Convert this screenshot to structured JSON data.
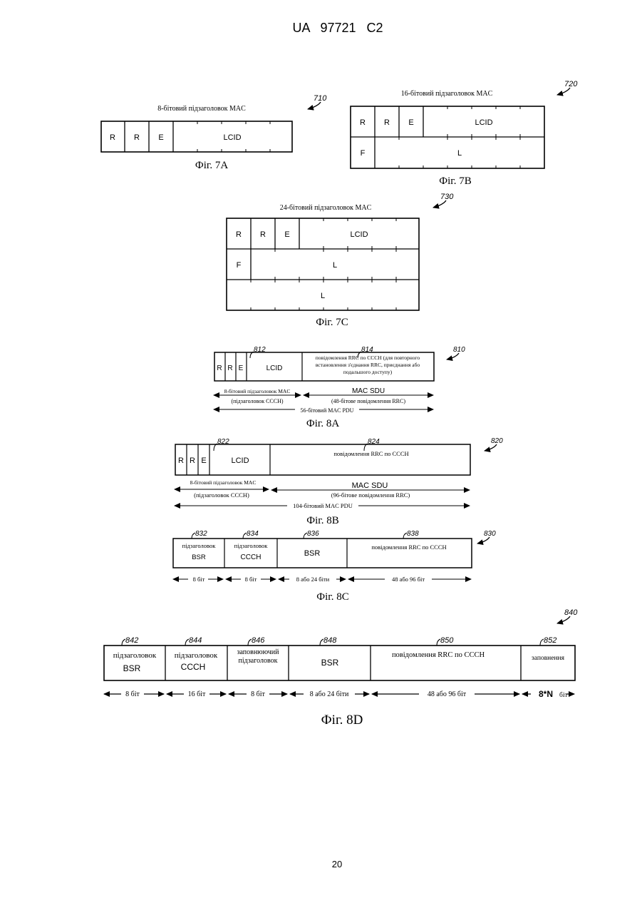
{
  "header": {
    "doc_id": "UA   97721   C2"
  },
  "footer": {
    "page_number": "20"
  },
  "fig7a": {
    "title": "8-бітовий підзаголовок MAC",
    "ref": "710",
    "fields": [
      "R",
      "R",
      "E",
      "LCID"
    ],
    "caption": "Фіг. 7A"
  },
  "fig7b": {
    "title": "16-бітовий підзаголовок MAC",
    "ref": "720",
    "row1": [
      "R",
      "R",
      "E",
      "LCID"
    ],
    "row2": [
      "F",
      "L"
    ],
    "caption": "Фіг. 7B"
  },
  "fig7c": {
    "title": "24-бітовий підзаголовок MAC",
    "ref": "730",
    "row1": [
      "R",
      "R",
      "E",
      "LCID"
    ],
    "row2": [
      "F",
      "L"
    ],
    "row3": [
      "L"
    ],
    "caption": "Фіг. 7C"
  },
  "fig8a": {
    "ref": "810",
    "ref_812": "812",
    "ref_814": "814",
    "fields": [
      "R",
      "R",
      "E",
      "LCID"
    ],
    "msg_lines": [
      "повідомлення RRC по CCCH (для повторного",
      "встановлення з'єднання RRC, приєднання або",
      "подальшого доступу)"
    ],
    "header_label": "8-бітовий підзаголовок MAC",
    "header_sub": "(підзаголовок CCCH)",
    "sdu_label": "MAC SDU",
    "sdu_sub": "(48-бітове повідомлення RRC)",
    "pdu_label": "56-бітовий MAC PDU",
    "caption": "Фіг. 8A"
  },
  "fig8b": {
    "ref": "820",
    "ref_822": "822",
    "ref_824": "824",
    "fields": [
      "R",
      "R",
      "E",
      "LCID"
    ],
    "msg": "повідомлення RRC по CCCH",
    "header_label": "8-бітовий підзаголовок MAC",
    "header_sub": "(підзаголовок CCCH)",
    "sdu_label": "MAC SDU",
    "sdu_sub": "(96-бітове повідомлення RRC)",
    "pdu_label": "104-бітовий MAC PDU",
    "caption": "Фіг. 8B"
  },
  "fig8c": {
    "ref": "830",
    "refs": [
      "832",
      "834",
      "836",
      "838"
    ],
    "cell1": [
      "підзаголовок",
      "BSR"
    ],
    "cell2": [
      "підзаголовок",
      "CCCH"
    ],
    "cell3": "BSR",
    "cell4": "повідомлення RRC по CCCH",
    "sizes": [
      "8 біт",
      "8 біт",
      "8 або 24 біти",
      "48 або 96 біт"
    ],
    "caption": "Фіг. 8C"
  },
  "fig8d": {
    "ref": "840",
    "refs": [
      "842",
      "844",
      "846",
      "848",
      "850",
      "852"
    ],
    "cell1": [
      "підзаголовок",
      "BSR"
    ],
    "cell2": [
      "підзаголовок",
      "CCCH"
    ],
    "cell3": [
      "заповнюючий",
      "підзаголовок"
    ],
    "cell4": "BSR",
    "cell5": "повідомлення RRC по CCCH",
    "cell6": "заповнення",
    "sizes": [
      "8 біт",
      "16 біт",
      "8 біт",
      "8 або 24 біти",
      "48 або 96 біт",
      "8*N",
      "біт"
    ],
    "caption": "Фіг. 8D"
  }
}
